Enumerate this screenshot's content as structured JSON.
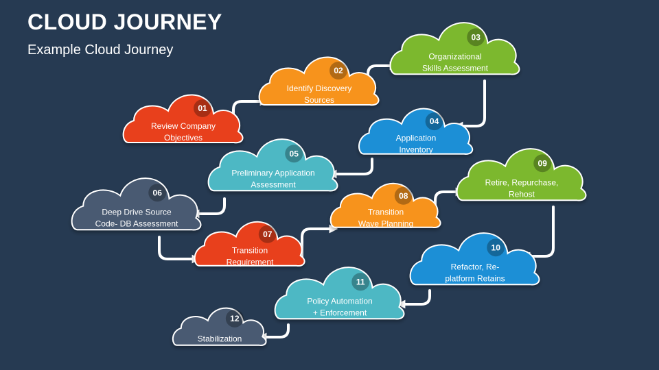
{
  "header": {
    "title": "CLOUD JOURNEY",
    "subtitle": "Example Cloud Journey"
  },
  "steps": [
    {
      "num": "01",
      "lines": [
        "Review Company",
        "Objectives"
      ],
      "color": "#e8401c"
    },
    {
      "num": "02",
      "lines": [
        "Identify Discovery",
        "Sources"
      ],
      "color": "#f7931e"
    },
    {
      "num": "03",
      "lines": [
        "Organizational",
        "Skills Assessment"
      ],
      "color": "#7cb82f"
    },
    {
      "num": "04",
      "lines": [
        "Application",
        "Inventory"
      ],
      "color": "#1e8fd6"
    },
    {
      "num": "05",
      "lines": [
        "Preliminary Application",
        "Assessment"
      ],
      "color": "#4db8c4"
    },
    {
      "num": "06",
      "lines": [
        "Deep Drive Source",
        "Code- DB Assessment"
      ],
      "color": "#4a5a72"
    },
    {
      "num": "07",
      "lines": [
        "Transition",
        "Requirement"
      ],
      "color": "#e8401c"
    },
    {
      "num": "08",
      "lines": [
        "Transition",
        "Wave Planning"
      ],
      "color": "#f7931e"
    },
    {
      "num": "09",
      "lines": [
        "Retire, Repurchase,",
        "Rehost"
      ],
      "color": "#7cb82f"
    },
    {
      "num": "10",
      "lines": [
        "Refactor, Re-",
        "platform Retains"
      ],
      "color": "#1e8fd6"
    },
    {
      "num": "11",
      "lines": [
        "Policy Automation",
        "+ Enforcement"
      ],
      "color": "#4db8c4"
    },
    {
      "num": "12",
      "lines": [
        "Stabilization"
      ],
      "color": "#4a5a72"
    }
  ]
}
